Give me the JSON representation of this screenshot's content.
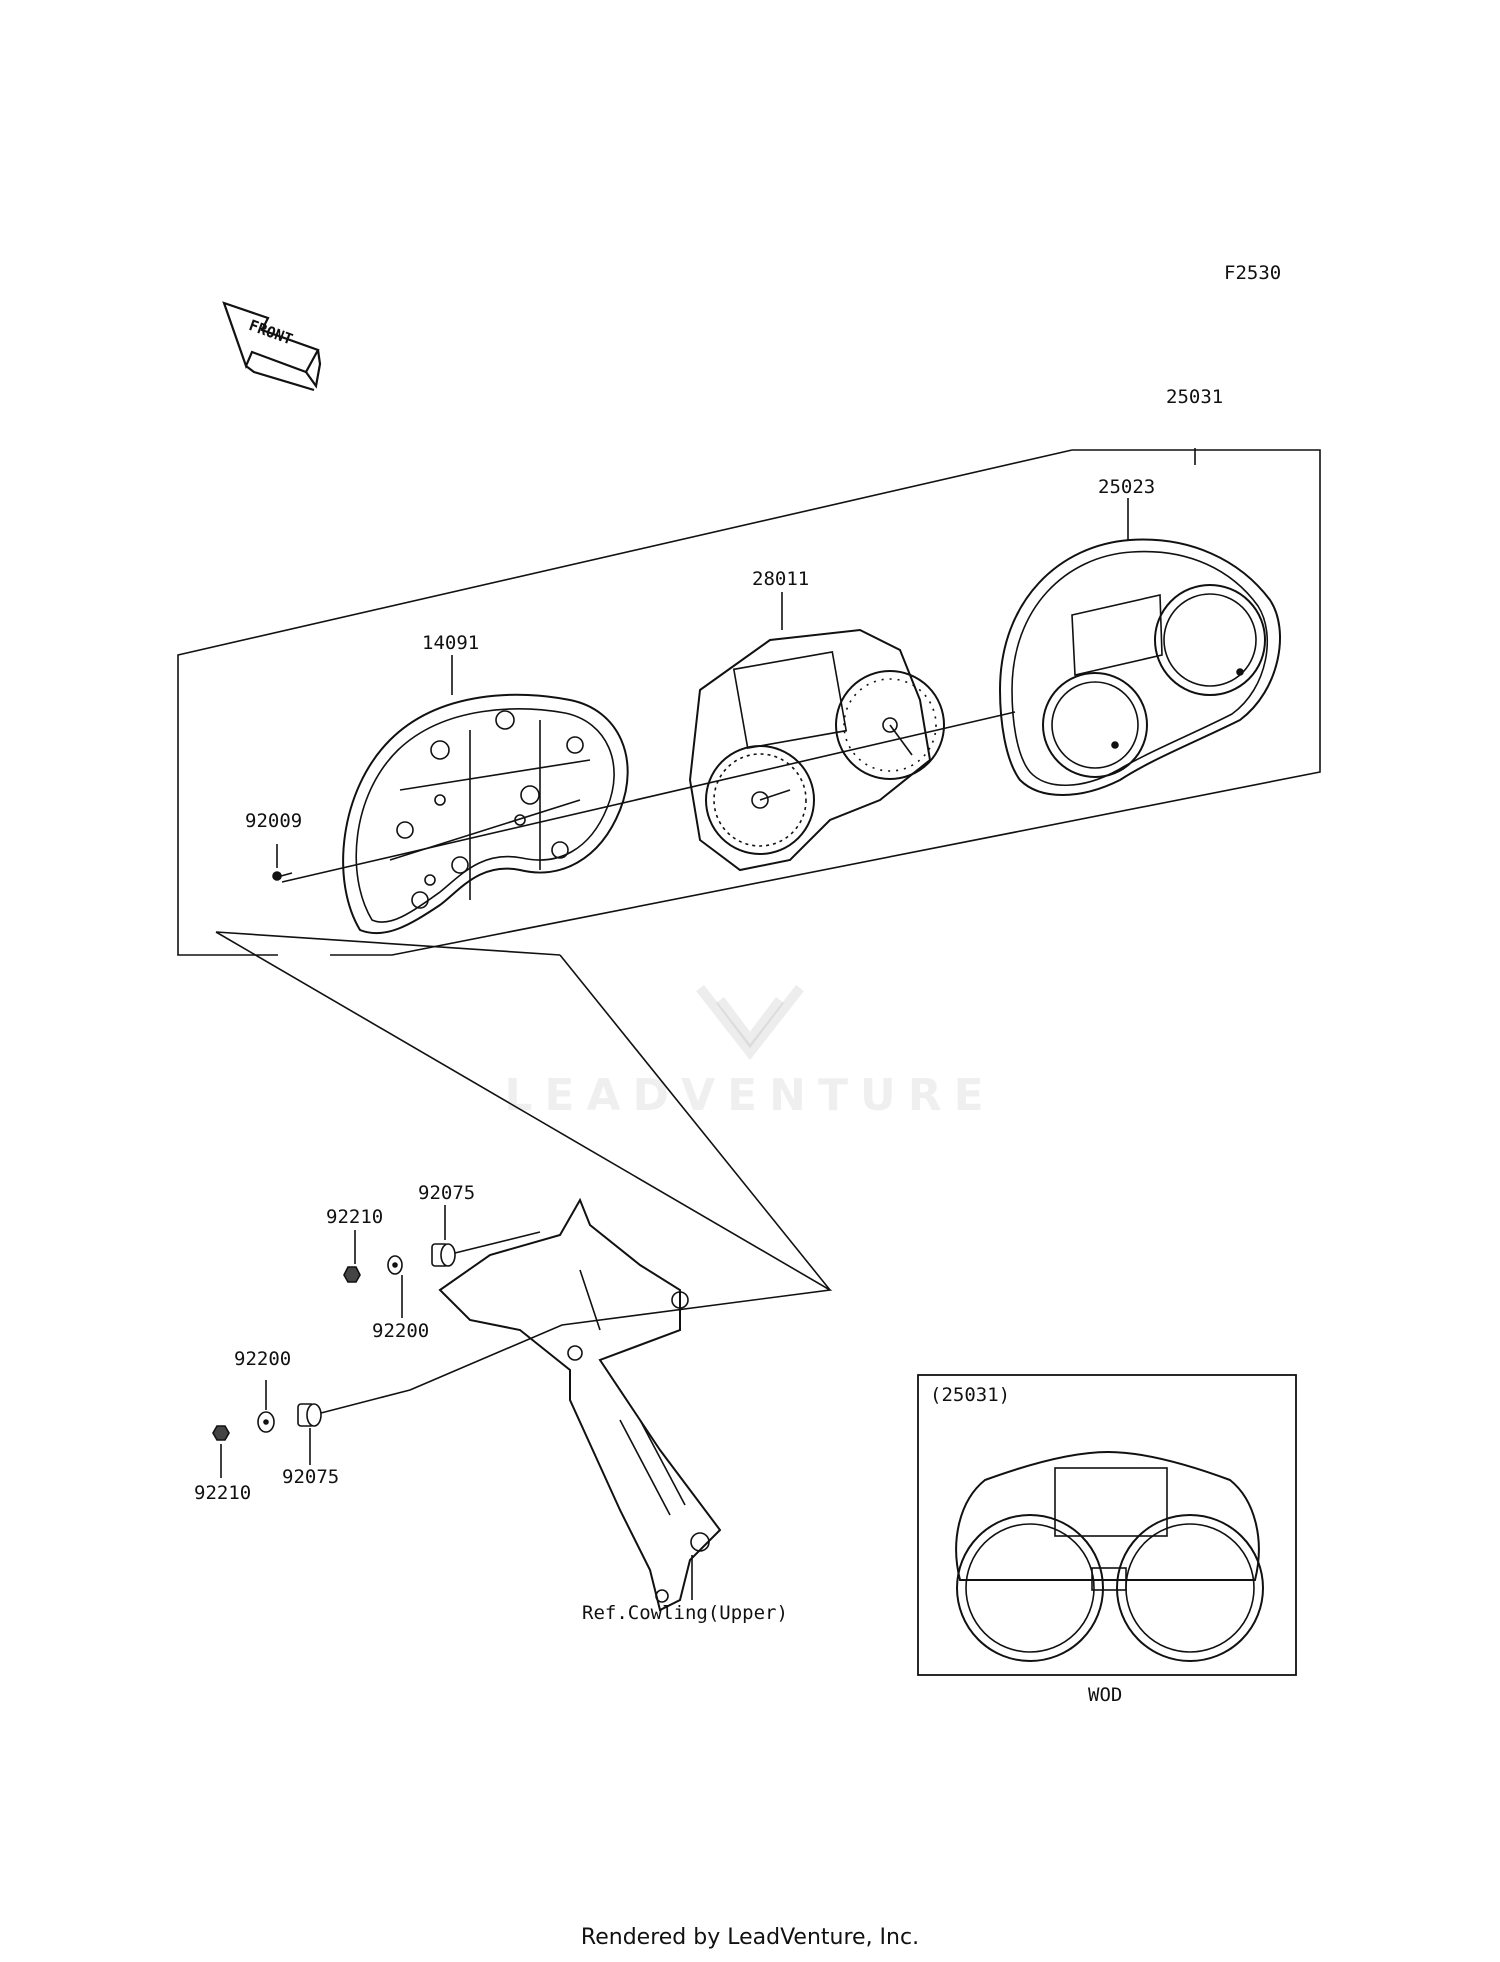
{
  "figure_code": "F2530",
  "front_label": "FRONT",
  "parts": {
    "assembly": "25031",
    "case_upper": "25023",
    "meter_unit": "28011",
    "case_lower": "14091",
    "screw": "92009",
    "damper_upper": "92075",
    "nut_upper": "92210",
    "washer_upper": "92200",
    "washer_lower": "92200",
    "nut_lower": "92210",
    "damper_lower": "92075"
  },
  "reference": "Ref.Cowling(Upper)",
  "inset": {
    "label": "(25031)",
    "caption": "WOD"
  },
  "watermark": "LEADVENTURE",
  "footer": "Rendered by LeadVenture, Inc."
}
